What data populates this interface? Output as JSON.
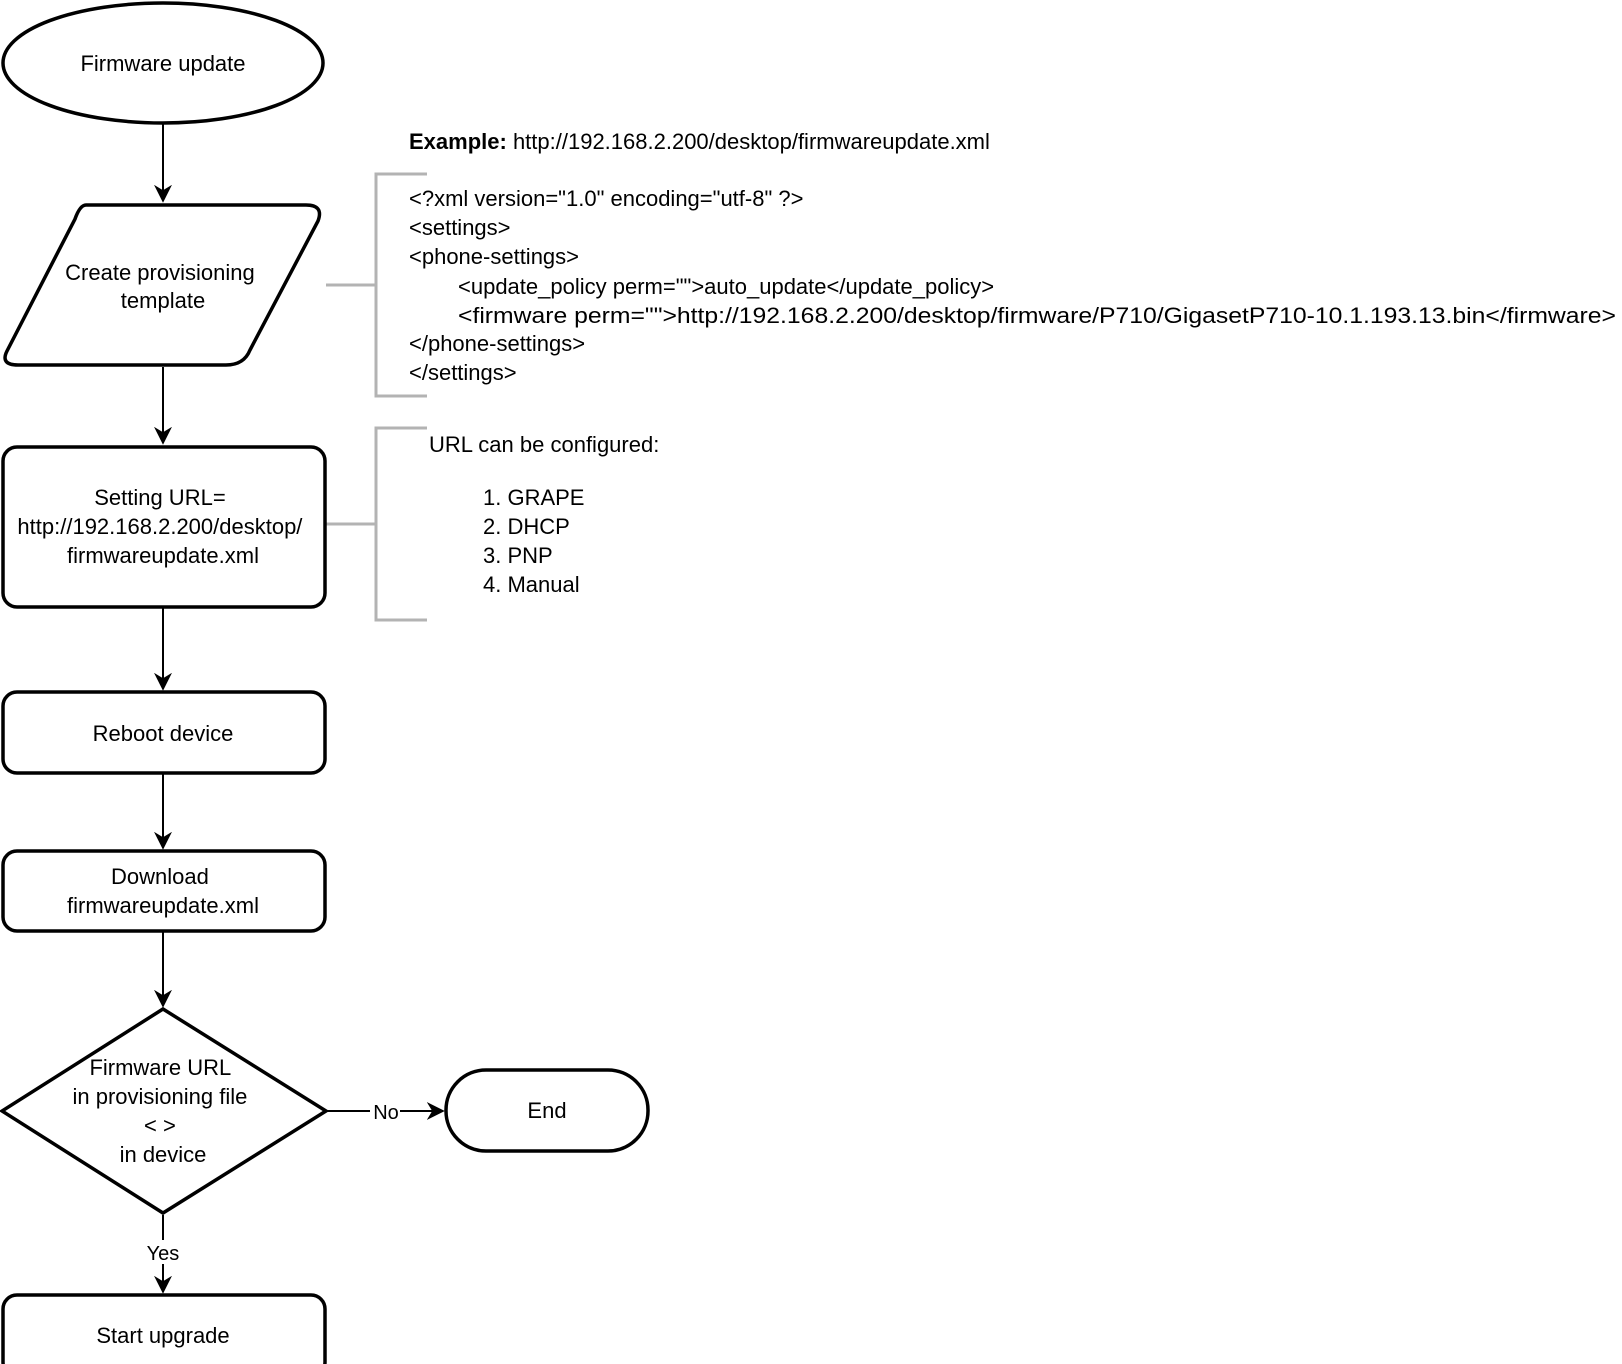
{
  "nodes": {
    "start": {
      "label": "Firmware update"
    },
    "template": {
      "lines": [
        "Create provisioning",
        "template"
      ]
    },
    "setting_url": {
      "lines": [
        "Setting URL=",
        "http://192.168.2.200/desktop/",
        "firmwareupdate.xml"
      ]
    },
    "reboot": {
      "label": "Reboot device"
    },
    "download": {
      "lines": [
        "Download",
        "firmwareupdate.xml"
      ]
    },
    "decision": {
      "lines": [
        "Firmware URL",
        "in provisioning file",
        "< >",
        "in device"
      ]
    },
    "end": {
      "label": "End"
    },
    "start_upgrade": {
      "label": "Start upgrade"
    }
  },
  "edges": {
    "no_label": "No",
    "yes_label": "Yes"
  },
  "example_note": {
    "bold": "Example:",
    "url": " http://192.168.2.200/desktop/firmwareupdate.xml",
    "xml_lines": [
      "<?xml version=\"1.0\" encoding=\"utf-8\" ?>",
      "<settings>",
      "<phone-settings>",
      "<update_policy perm=\"\">auto_update</update_policy>",
      "<firmware perm=\"\">http://192.168.2.200/desktop/firmware/P710/GigasetP710-10.1.193.13.bin</firmware>",
      "</phone-settings>",
      "</settings>"
    ]
  },
  "url_note": {
    "heading": "URL can be configured:",
    "items": [
      "1. GRAPE",
      "2. DHCP",
      "3. PNP",
      "4. Manual"
    ]
  }
}
